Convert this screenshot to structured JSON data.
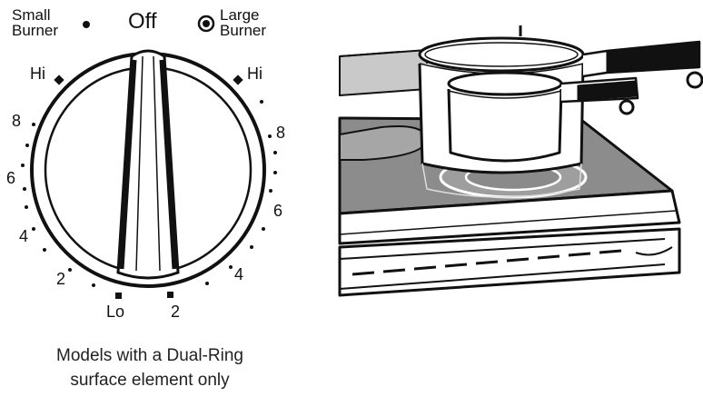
{
  "dial": {
    "small_burner_line1": "Small",
    "small_burner_line2": "Burner",
    "off_label": "Off",
    "large_burner_line1": "Large",
    "large_burner_line2": "Burner",
    "left_side": {
      "hi": "Hi",
      "eight": "8",
      "six": "6",
      "four": "4",
      "two": "2",
      "lo": "Lo"
    },
    "right_side": {
      "hi": "Hi",
      "eight": "8",
      "six": "6",
      "four": "4",
      "two": "2"
    }
  },
  "caption": {
    "line1": "Models with a Dual-Ring",
    "line2": "surface element only"
  }
}
